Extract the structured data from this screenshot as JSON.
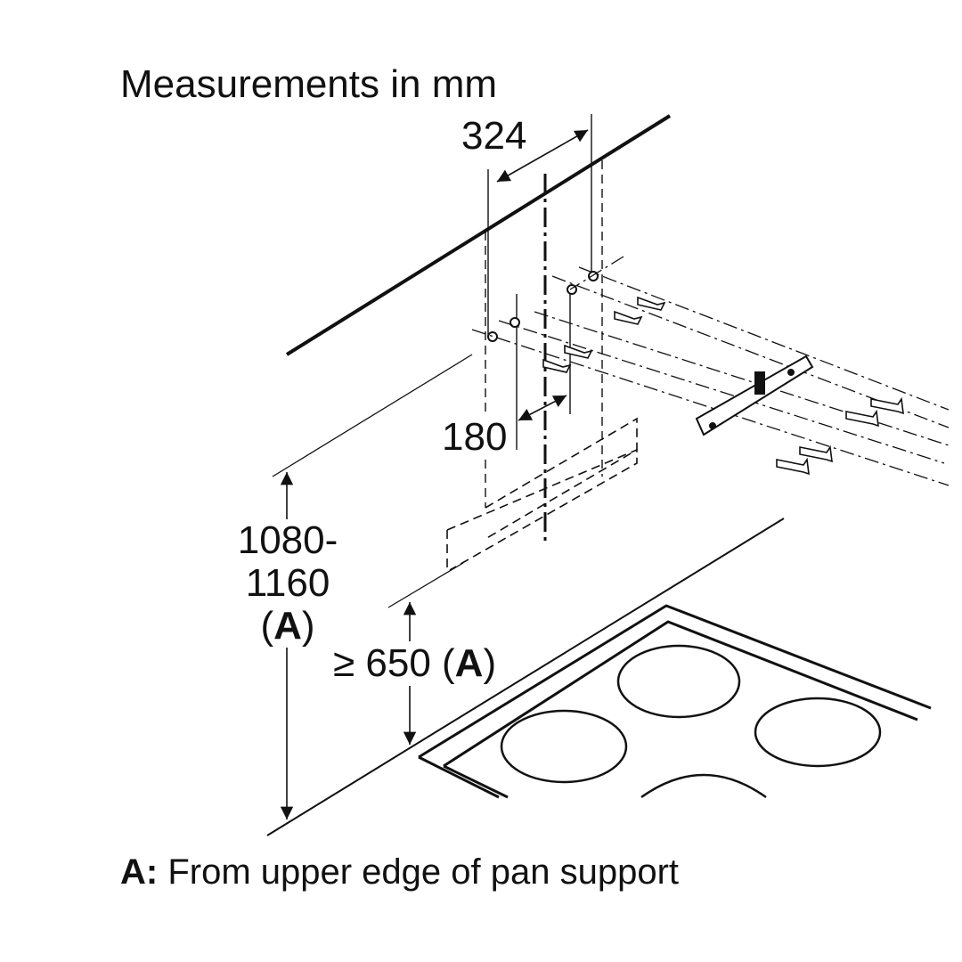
{
  "title": "Measurements in mm",
  "dimensions": {
    "hole_spacing": "324",
    "bracket_offset": "180",
    "height_range_line1": "1080-",
    "height_range_line2": "1160",
    "height_range_ref_open": "(",
    "height_range_ref_letter": "A",
    "height_range_ref_close": ")",
    "min_height_prefix": "≥ 650 (",
    "min_height_letter": "A",
    "min_height_suffix": ")"
  },
  "footnote": {
    "key": "A:",
    "text": " From upper edge of pan support"
  }
}
